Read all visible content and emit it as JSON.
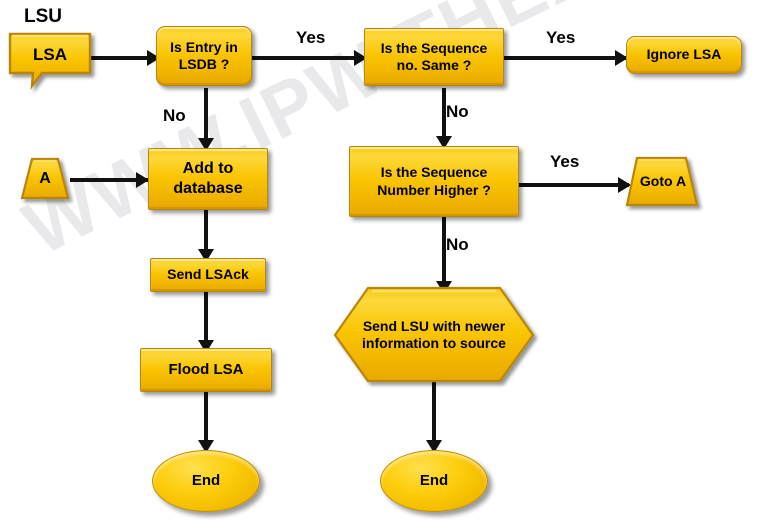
{
  "diagram": {
    "title": "OSPF LSA processing flowchart",
    "background": "#ffffff",
    "node_fill": "#f5c000",
    "node_border": "#b8860b",
    "connector_color": "#111111",
    "watermark": "WWW.IPWITHEASE.COM"
  },
  "labels": {
    "lsu": "LSU"
  },
  "nodes": {
    "lsa": "LSA",
    "is_entry_in_lsdb": "Is Entry in\nLSDB ?",
    "is_entry_line1": "Is Entry in",
    "is_entry_line2": "LSDB ?",
    "is_sequence_same_line1": "Is the Sequence",
    "is_sequence_same_line2": "no. Same ?",
    "ignore_lsa": "Ignore LSA",
    "connector_a": "A",
    "add_to_database_line1": "Add  to",
    "add_to_database_line2": "database",
    "is_sequence_higher_line1": "Is the Sequence",
    "is_sequence_higher_line2": "Number Higher ?",
    "goto_a": "Goto A",
    "send_lsack": "Send LSAck",
    "flood_lsa": "Flood LSA",
    "send_lsu_line1": "Send LSU with newer",
    "send_lsu_line2": "information to source",
    "end_left": "End",
    "end_right": "End"
  },
  "edges": {
    "lsdb_to_sequence_same": "Yes",
    "lsdb_to_add": "No",
    "sequence_same_to_ignore": "Yes",
    "sequence_same_to_higher": "No",
    "higher_to_goto_a": "Yes",
    "higher_to_send_lsu": "No"
  }
}
